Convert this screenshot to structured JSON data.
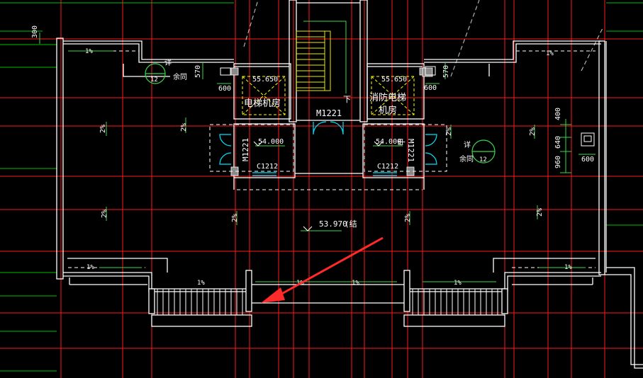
{
  "colors": {
    "background": "#000000",
    "axis_red": "#ff1a1a",
    "axis_green": "#00c000",
    "wall_white": "#ffffff",
    "dim_green": "#38d84a",
    "stair_yellow": "#e8e800",
    "door_cyan": "#00e0ff",
    "dash_yellow": "#ffff00",
    "arrow_red": "#ff2a2a"
  },
  "labels": {
    "dim_300": "300",
    "slope_1pct": "1%",
    "slope_2pct": "2%",
    "detail_ref_a": "12",
    "detail_ref_b": "12",
    "detail_see": "详",
    "detail_yu_tong": "余同",
    "dim_570_left": "570",
    "dim_570_right": "570",
    "dim_600_left": "600",
    "dim_600_right": "600",
    "dim_600_far": "600",
    "elev_55650_left": "55.650",
    "elev_55650_right": "55.650",
    "elevator_room": "电梯机房",
    "fire_elevator_room_1": "消防电梯",
    "fire_elevator_room_2": "机房",
    "stair_down": "下",
    "door_m1221_center": "M1221",
    "door_m1221_left": "M1221",
    "door_m1221_right": "M1221",
    "door_jia": "甲",
    "elev_54000_left": "54.000",
    "elev_54000_right": "54.000",
    "window_c1212_left": "C1212",
    "window_c1212_right": "C1212",
    "elev_roof": "53.970",
    "roof_note": "(结",
    "dim_400": "400",
    "dim_640": "640",
    "dim_960": "960"
  }
}
